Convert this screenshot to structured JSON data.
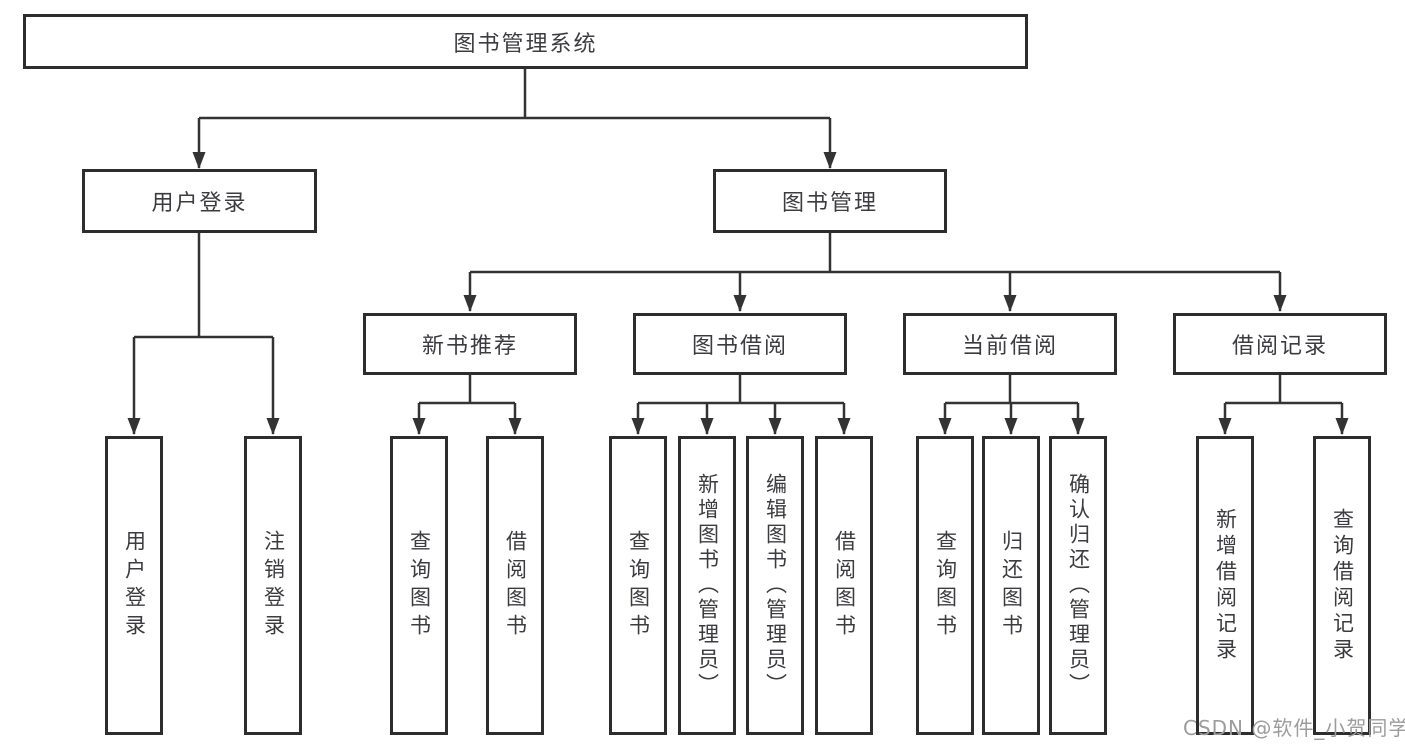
{
  "root": {
    "label": "图书管理系统"
  },
  "level2": [
    {
      "label": "用户登录"
    },
    {
      "label": "图书管理"
    }
  ],
  "level3": [
    {
      "label": "新书推荐"
    },
    {
      "label": "图书借阅"
    },
    {
      "label": "当前借阅"
    },
    {
      "label": "借阅记录"
    }
  ],
  "leaves": {
    "user_login": [
      "用户登录",
      "注销登录"
    ],
    "new_books": [
      "查询图书",
      "借阅图书"
    ],
    "book_borrow": [
      "查询图书",
      "新增图书（管理员）",
      "编辑图书（管理员）",
      "借阅图书"
    ],
    "current_borrow": [
      "查询图书",
      "归还图书",
      "确认归还（管理员）"
    ],
    "borrow_records": [
      "新增借阅记录",
      "查询借阅记录"
    ]
  },
  "colors": {
    "line": "#333333",
    "border": "#2d2d2d",
    "text": "#3c3c40",
    "watermark": "#9c9c9c"
  },
  "watermark": "CSDN @软件_小贺同学"
}
